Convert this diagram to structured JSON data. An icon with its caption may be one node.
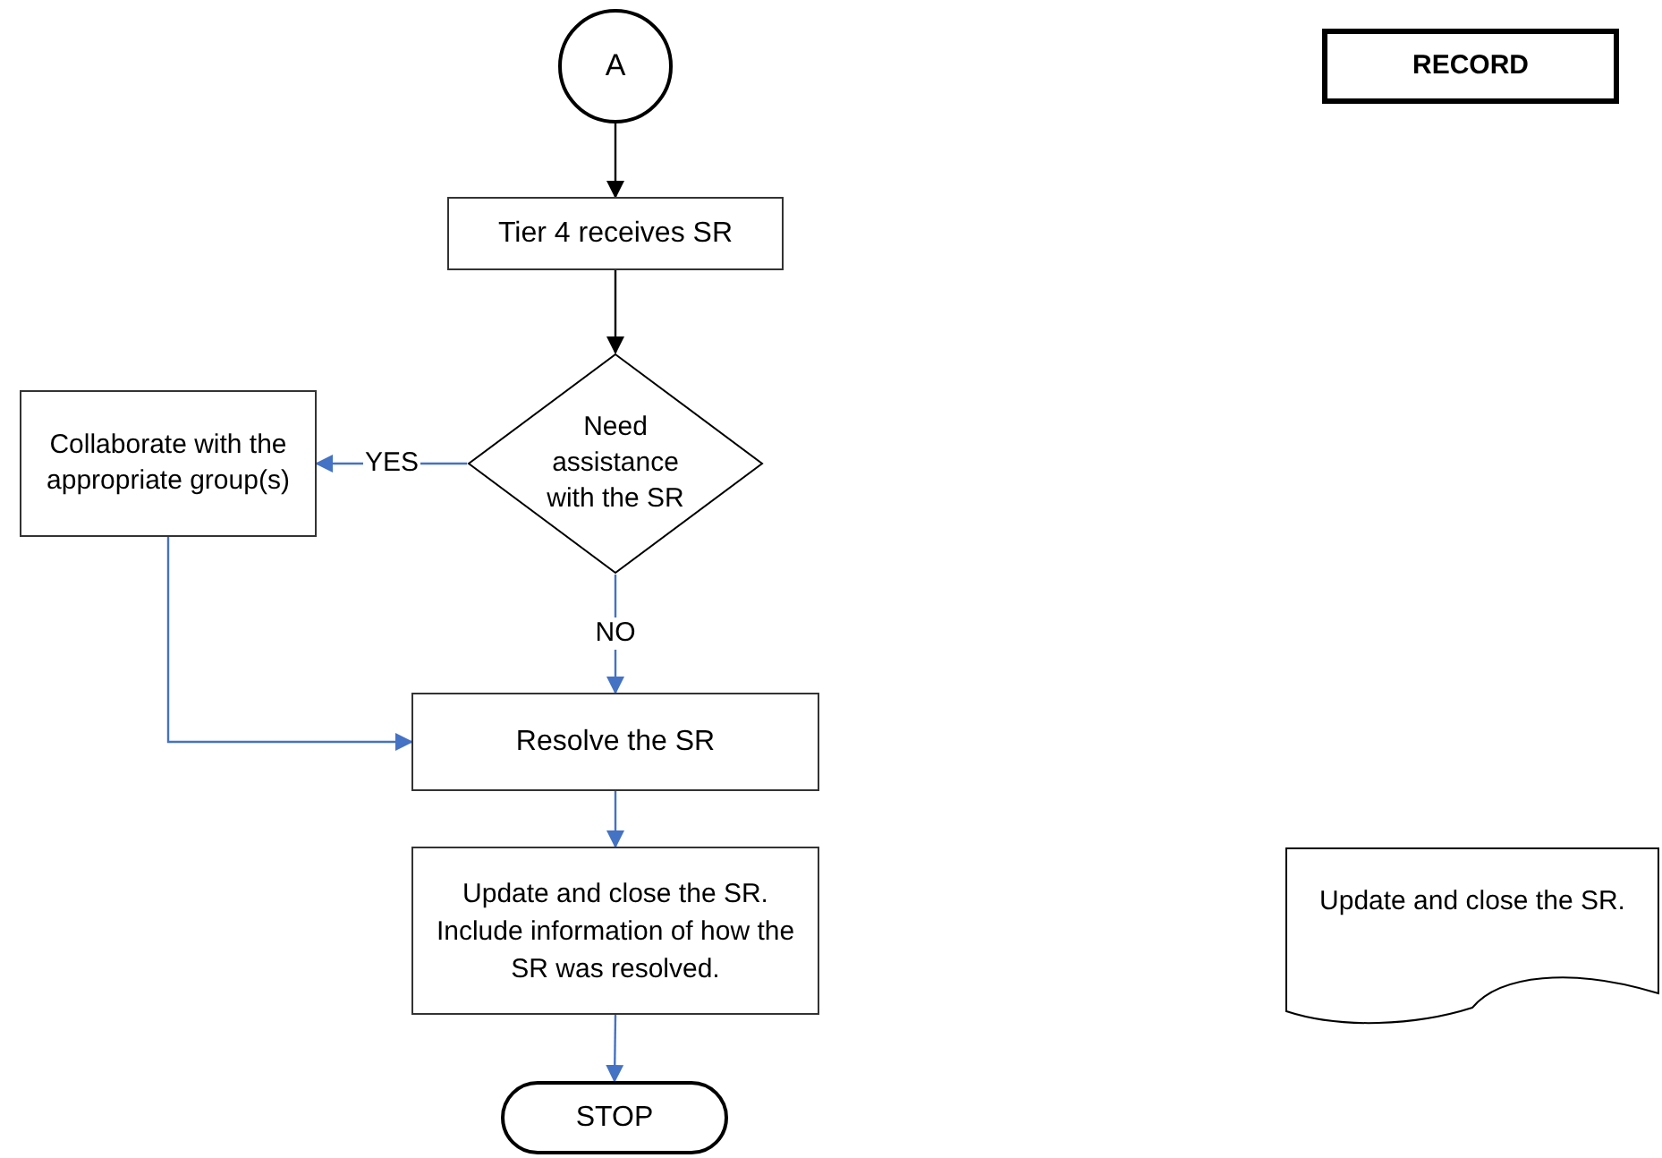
{
  "diagram": {
    "nodes": [
      {
        "text": [
          "A"
        ]
      },
      {
        "text": [
          "Tier 4 receives SR"
        ]
      },
      {
        "text": [
          "Need assistance with the SR"
        ]
      },
      {
        "text": [
          "Collaborate with the appropriate group(s)"
        ]
      },
      {
        "text": [
          "Resolve the SR"
        ]
      },
      {
        "text": [
          "Update and close the SR. Include information of how the SR was resolved."
        ]
      },
      {
        "text": [
          "STOP"
        ]
      },
      {
        "text": [
          "RECORD"
        ]
      },
      {
        "text": [
          "Update and close the SR."
        ]
      }
    ],
    "edges": [
      {
        "from": 0,
        "to": 1,
        "arrow": "to",
        "color": "#000000"
      },
      {
        "from": 1,
        "to": 2,
        "arrow": "to",
        "color": "#000000"
      },
      {
        "from": 2,
        "to": 3,
        "arrow": "to",
        "label": "YES"
      },
      {
        "from": 2,
        "to": 4,
        "arrow": "to",
        "label": "NO"
      },
      {
        "from": 3,
        "to": 4,
        "arrow": "to"
      },
      {
        "from": 4,
        "to": 5,
        "arrow": "to"
      },
      {
        "from": 5,
        "to": 6,
        "arrow": "to"
      }
    ]
  }
}
